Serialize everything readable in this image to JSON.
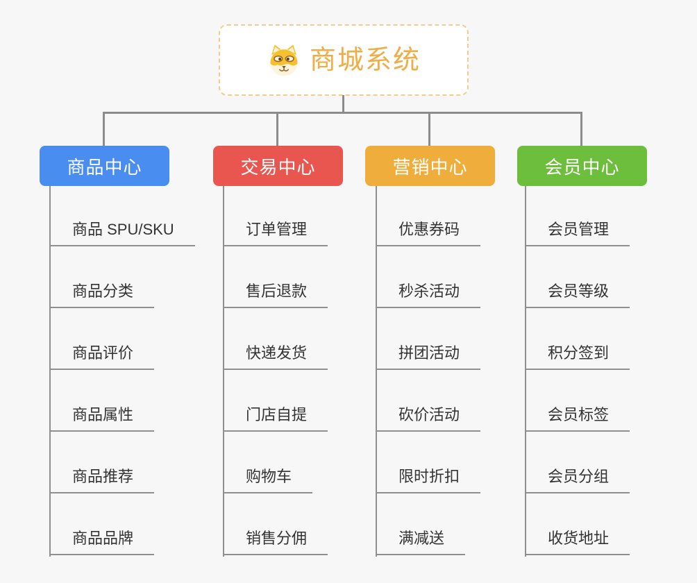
{
  "page": {
    "background": "#F7F7F7",
    "connector_color": "#8C8C8C"
  },
  "root": {
    "title": "商城系统",
    "icon": "dog-face-icon",
    "text_color": "#F0AC45",
    "border_color": "#F2CC8C"
  },
  "branches": [
    {
      "id": "product-center",
      "label": "商品中心",
      "color": "#4A8DF0",
      "items": [
        "商品 SPU/SKU",
        "商品分类",
        "商品评价",
        "商品属性",
        "商品推荐",
        "商品品牌"
      ]
    },
    {
      "id": "trade-center",
      "label": "交易中心",
      "color": "#E8564F",
      "items": [
        "订单管理",
        "售后退款",
        "快递发货",
        "门店自提",
        "购物车",
        "销售分佣"
      ]
    },
    {
      "id": "marketing-center",
      "label": "营销中心",
      "color": "#EFAD3C",
      "items": [
        "优惠券码",
        "秒杀活动",
        "拼团活动",
        "砍价活动",
        "限时折扣",
        "满减送"
      ]
    },
    {
      "id": "member-center",
      "label": "会员中心",
      "color": "#6DBE3D",
      "items": [
        "会员管理",
        "会员等级",
        "积分签到",
        "会员标签",
        "会员分组",
        "收货地址"
      ]
    }
  ]
}
